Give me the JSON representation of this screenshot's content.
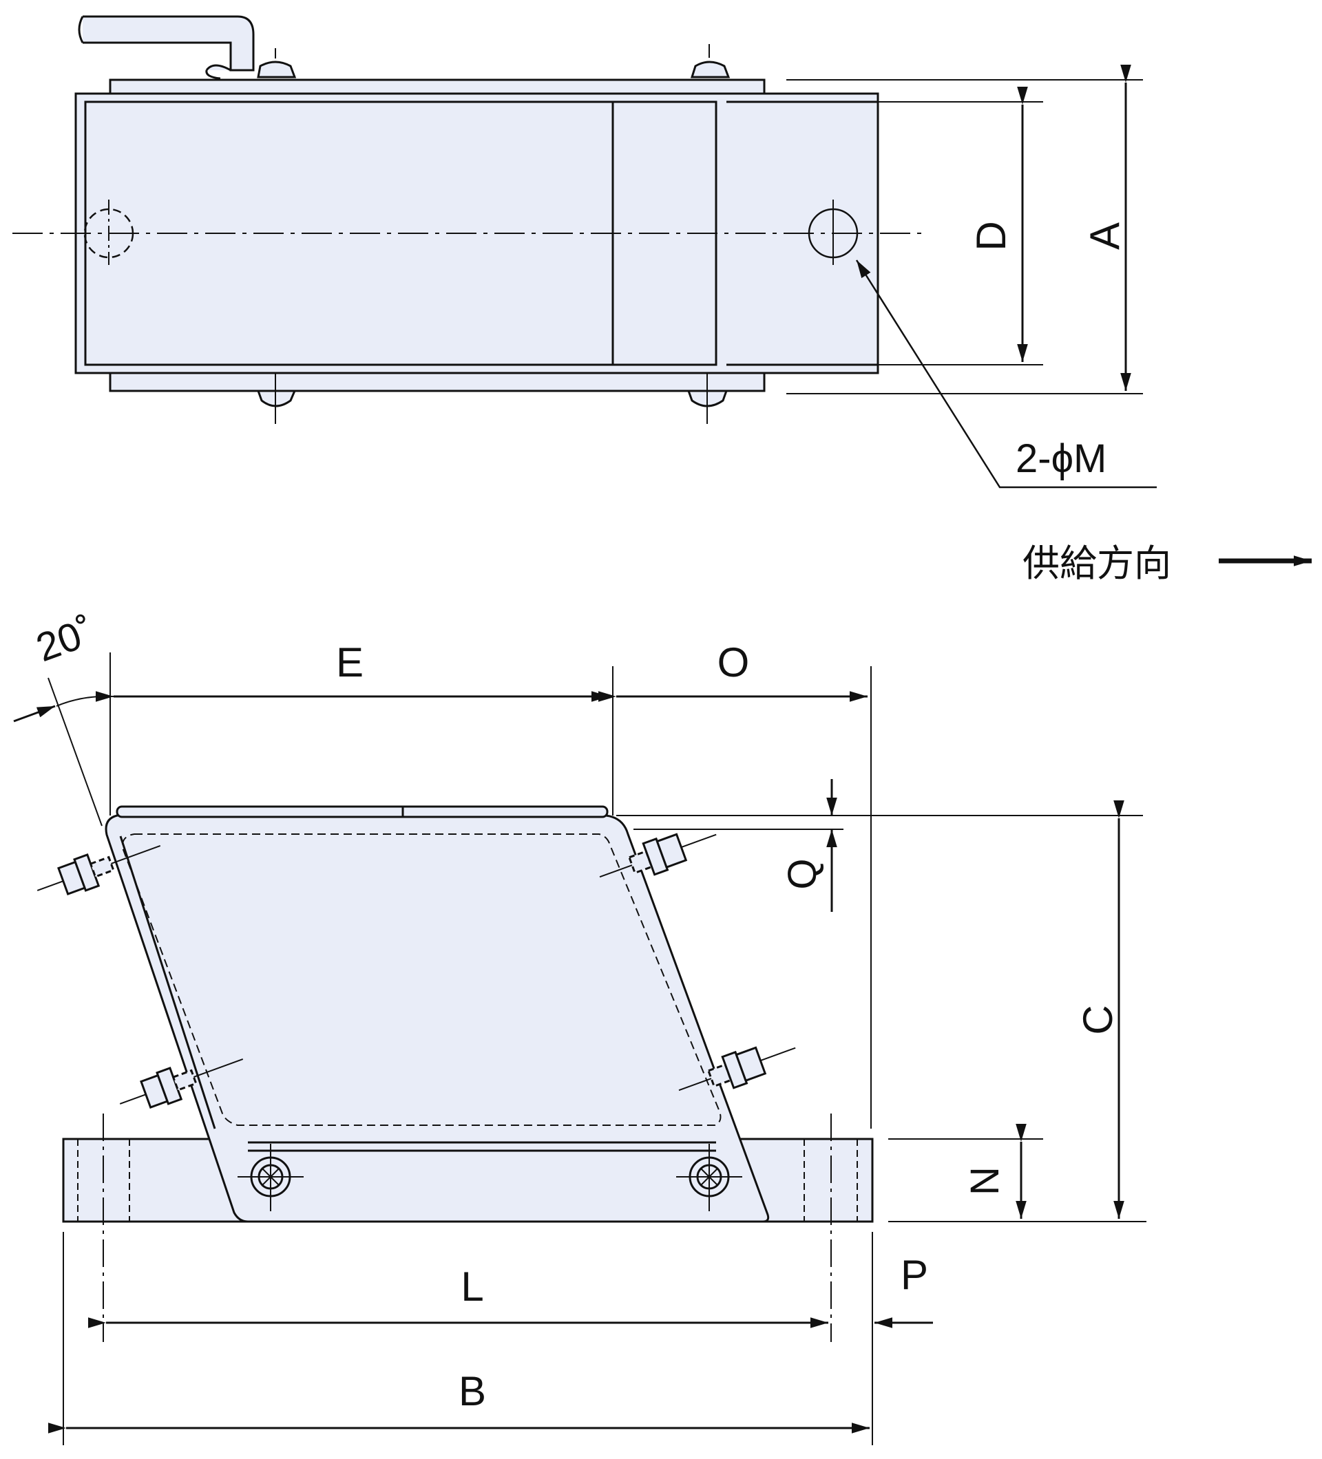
{
  "labels": {
    "A": "A",
    "B": "B",
    "C": "C",
    "D": "D",
    "E": "E",
    "L": "L",
    "M": "2-ϕM",
    "N": "N",
    "O": "O",
    "P": "P",
    "Q": "Q",
    "angle": "20˚",
    "feed_direction": "供給方向"
  },
  "colors": {
    "fill": "#e9edf8",
    "stroke": "#111111",
    "background": "#ffffff"
  }
}
